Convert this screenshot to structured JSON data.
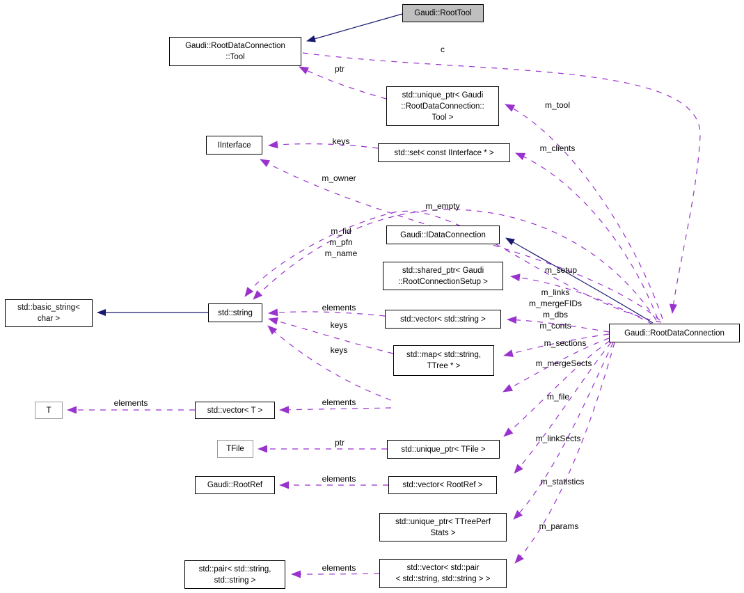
{
  "diagram": {
    "type": "uml-collaboration-diagram",
    "colors": {
      "background": "#ffffff",
      "solid_edge": "#191970",
      "dashed_edge": "#9a32cd",
      "node_fill": "#ffffff",
      "node_border": "#000000",
      "focal_node_fill": "#bfbfbf",
      "external_node_border": "#9a9a9a"
    },
    "nodes": [
      {
        "id": "roottool",
        "label": "Gaudi::RootTool"
      },
      {
        "id": "tool",
        "label": "Gaudi::RootDataConnection\n::Tool"
      },
      {
        "id": "unique-ptr-tool",
        "label": "std::unique_ptr< Gaudi\n::RootDataConnection::\nTool >"
      },
      {
        "id": "iinterface",
        "label": "IInterface"
      },
      {
        "id": "set-iinterface",
        "label": "std::set< const IInterface * >"
      },
      {
        "id": "idataconnection",
        "label": "Gaudi::IDataConnection"
      },
      {
        "id": "shared-ptr-setup",
        "label": "std::shared_ptr< Gaudi\n::RootConnectionSetup >"
      },
      {
        "id": "basic-string",
        "label": "std::basic_string<\nchar >"
      },
      {
        "id": "string",
        "label": "std::string"
      },
      {
        "id": "vector-string",
        "label": "std::vector< std::string >"
      },
      {
        "id": "map-ttree",
        "label": "std::map< std::string,\nTTree * >"
      },
      {
        "id": "rootdataconnection",
        "label": "Gaudi::RootDataConnection"
      },
      {
        "id": "t",
        "label": "T"
      },
      {
        "id": "vector-t",
        "label": "std::vector< T >"
      },
      {
        "id": "tfile",
        "label": "TFile"
      },
      {
        "id": "unique-ptr-tfile",
        "label": "std::unique_ptr< TFile >"
      },
      {
        "id": "rootref",
        "label": "Gaudi::RootRef"
      },
      {
        "id": "vector-rootref",
        "label": "std::vector< RootRef >"
      },
      {
        "id": "unique-ptr-ttreeperfstats",
        "label": "std::unique_ptr< TTreePerf\nStats >"
      },
      {
        "id": "pair-string",
        "label": "std::pair< std::string,\nstd::string >"
      },
      {
        "id": "vector-pair",
        "label": "std::vector< std::pair\n< std::string, std::string > >"
      }
    ],
    "edge_labels": [
      {
        "id": "c",
        "label": "c"
      },
      {
        "id": "ptr-tool",
        "label": "ptr"
      },
      {
        "id": "m-tool",
        "label": "m_tool"
      },
      {
        "id": "keys-set",
        "label": "keys"
      },
      {
        "id": "m-clients",
        "label": "m_clients"
      },
      {
        "id": "m-owner",
        "label": "m_owner"
      },
      {
        "id": "m-empty",
        "label": "m_empty"
      },
      {
        "id": "m-fid-group",
        "label": "m_fid\nm_pfn\nm_name"
      },
      {
        "id": "m-setup",
        "label": "m_setup"
      },
      {
        "id": "m-links-group",
        "label": "m_links\nm_mergeFIDs\nm_dbs\nm_conts"
      },
      {
        "id": "elements-vs",
        "label": "elements"
      },
      {
        "id": "keys-ttree",
        "label": "keys"
      },
      {
        "id": "keys-cs",
        "label": "keys"
      },
      {
        "id": "m-sections",
        "label": "m_sections"
      },
      {
        "id": "m-mergesects",
        "label": "m_mergeSects"
      },
      {
        "id": "elements-cs",
        "label": "elements"
      },
      {
        "id": "elements-t",
        "label": "elements"
      },
      {
        "id": "m-file",
        "label": "m_file"
      },
      {
        "id": "ptr-tfile",
        "label": "ptr"
      },
      {
        "id": "m-linksects",
        "label": "m_linkSects"
      },
      {
        "id": "elements-rr",
        "label": "elements"
      },
      {
        "id": "m-statistics",
        "label": "m_statistics"
      },
      {
        "id": "m-params",
        "label": "m_params"
      },
      {
        "id": "elements-pair",
        "label": "elements"
      }
    ]
  }
}
